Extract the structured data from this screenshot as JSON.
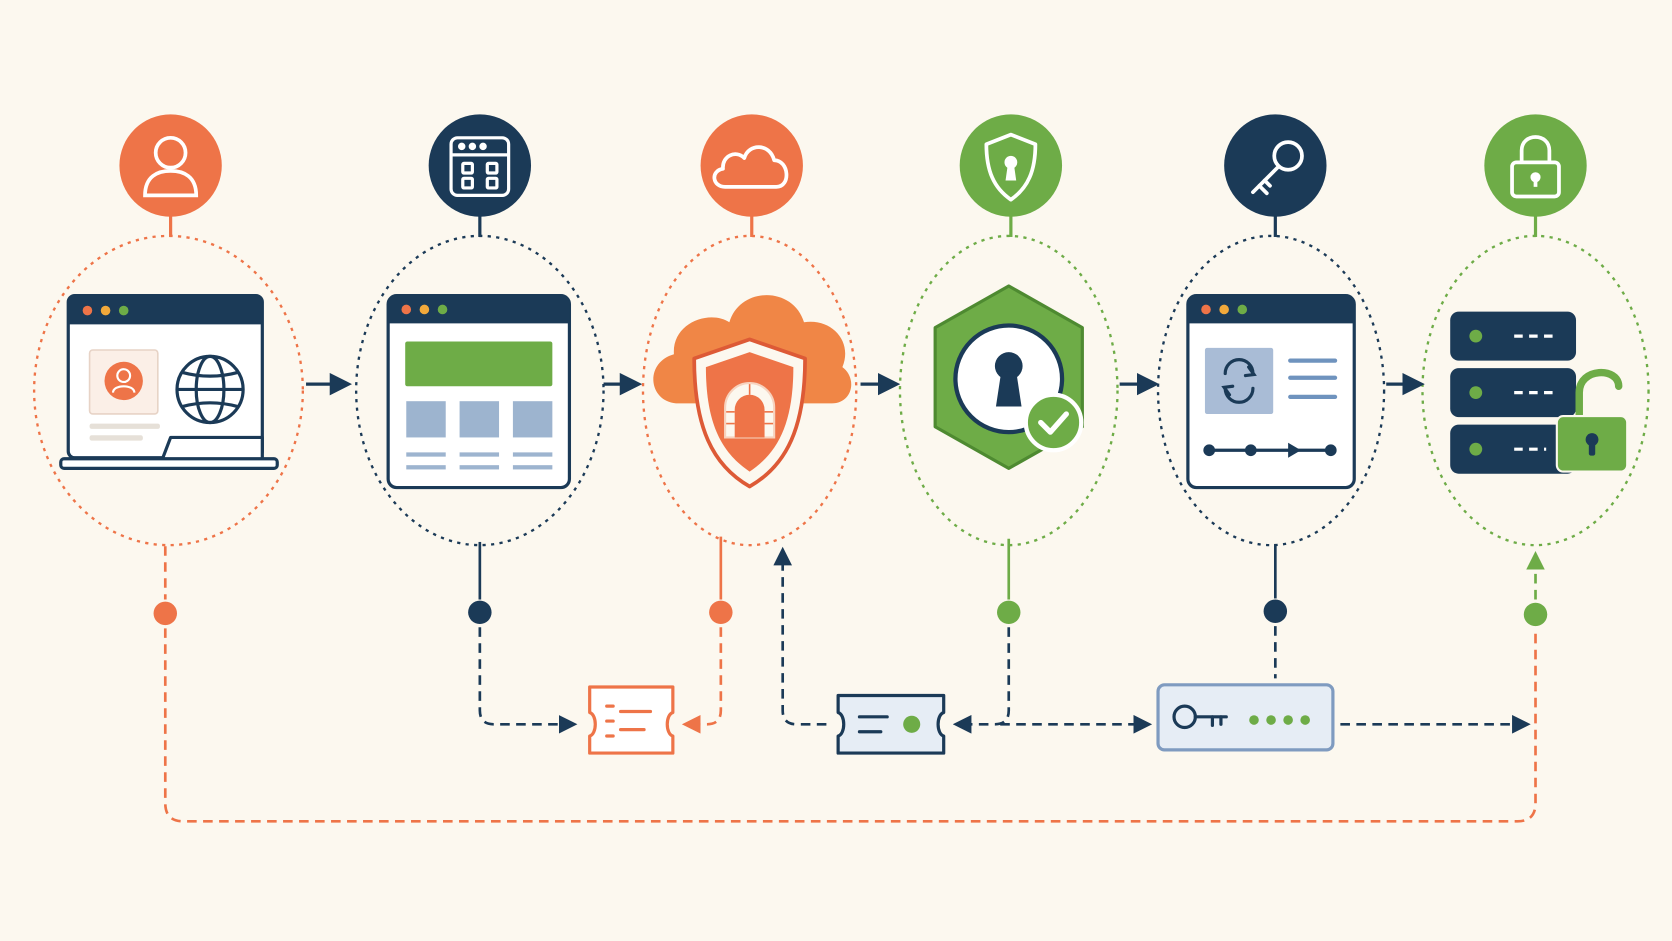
{
  "colors": {
    "background": "#FCF8EF",
    "orange": "#EE7448",
    "navy": "#1B3A57",
    "green": "#6EAC47",
    "steel": "#9DB4CF",
    "panel": "#FFFFFF",
    "mist": "#E6EDF5"
  },
  "stages": [
    {
      "id": "user-browser",
      "badge_icon": "user-icon",
      "illustration": "browser-login-globe",
      "accent": "orange"
    },
    {
      "id": "web-app",
      "badge_icon": "app-grid-icon",
      "illustration": "web-page-layout",
      "accent": "navy"
    },
    {
      "id": "cloud-gateway",
      "badge_icon": "cloud-icon",
      "illustration": "cloud-shield-gateway",
      "accent": "orange"
    },
    {
      "id": "identity-verification",
      "badge_icon": "shield-keyhole-icon",
      "illustration": "verified-keyhole-hexagon",
      "accent": "green"
    },
    {
      "id": "token-exchange",
      "badge_icon": "key-icon",
      "illustration": "refresh-token-window",
      "accent": "navy"
    },
    {
      "id": "secured-resource",
      "badge_icon": "padlock-icon",
      "illustration": "server-unlocked",
      "accent": "green"
    }
  ],
  "tokens": [
    {
      "id": "authorization-code",
      "icon": "ticket-icon",
      "accent": "orange"
    },
    {
      "id": "access-token",
      "icon": "ticket-icon",
      "accent": "navy"
    },
    {
      "id": "secret-key",
      "icon": "key-card-icon",
      "accent": "steel"
    }
  ]
}
